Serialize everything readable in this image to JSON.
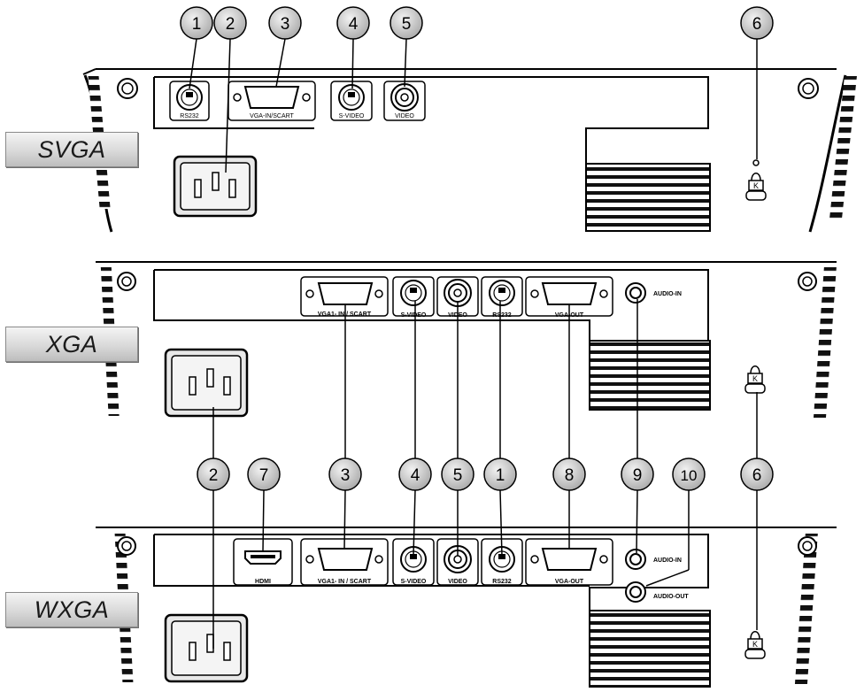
{
  "models": {
    "svga": "SVGA",
    "xga": "XGA",
    "wxga": "WXGA"
  },
  "callouts": {
    "svga": [
      "1",
      "2",
      "3",
      "4",
      "5",
      "6"
    ],
    "middle": [
      "2",
      "7",
      "3",
      "4",
      "5",
      "1",
      "8",
      "9",
      "10",
      "6"
    ]
  },
  "ports": {
    "rs232": "RS232",
    "vga_in_scart": "VGA-IN/SCART",
    "s_video": "S-VIDEO",
    "video": "VIDEO",
    "vga1_in_scart_xga": "VGA1- IN / SCART",
    "vga1_in_scart_wxga": "VGA1- IN / SCART",
    "vga_out": "VGA-OUT",
    "audio_in": "AUDIO-IN",
    "audio_out": "AUDIO-OUT",
    "hdmi": "HDMI"
  },
  "colors": {
    "callout_fill": "#c8c8c8",
    "panel_fill": "#ffffff",
    "line": "#000000"
  }
}
